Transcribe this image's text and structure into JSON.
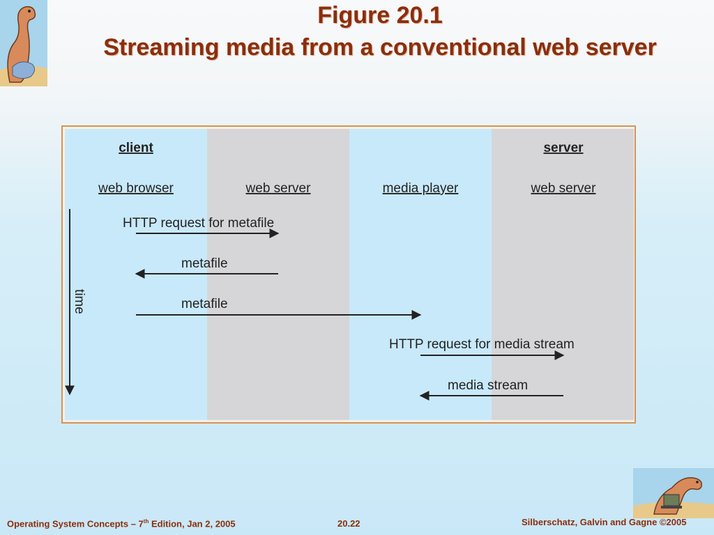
{
  "slide": {
    "title_line1": "Figure 20.1",
    "title_line2": "Streaming media from a conventional web server"
  },
  "diagram": {
    "group_labels": [
      {
        "id": "client",
        "text": "client"
      },
      {
        "id": "server",
        "text": "server"
      }
    ],
    "columns": [
      {
        "id": "web-browser",
        "label": "web browser",
        "fill": "#c8e9fa"
      },
      {
        "id": "client-web-server",
        "label": "web server",
        "fill": "#d6d6d8"
      },
      {
        "id": "media-player",
        "label": "media player",
        "fill": "#c8e9fa"
      },
      {
        "id": "server-web-server",
        "label": "web server",
        "fill": "#d6d6d8"
      }
    ],
    "time_label": "time",
    "messages": [
      {
        "id": "http-request-metafile",
        "text": "HTTP request for metafile",
        "from": 0,
        "to": 1
      },
      {
        "id": "metafile-return",
        "text": "metafile",
        "from": 1,
        "to": 0
      },
      {
        "id": "metafile-forward",
        "text": "metafile",
        "from": 0,
        "to": 2
      },
      {
        "id": "http-request-media-stream",
        "text": "HTTP request for media stream",
        "from": 2,
        "to": 3
      },
      {
        "id": "media-stream",
        "text": "media stream",
        "from": 3,
        "to": 2
      }
    ]
  },
  "footer": {
    "left_prefix": "Operating System Concepts – 7",
    "left_sup": "th",
    "left_suffix": " Edition, Jan 2, 2005",
    "center": "20.22",
    "right": "Silberschatz, Galvin and Gagne ©2005"
  },
  "colors": {
    "title": "#8b2e0c",
    "frame_border": "#d4925a",
    "arrow": "#222222"
  }
}
